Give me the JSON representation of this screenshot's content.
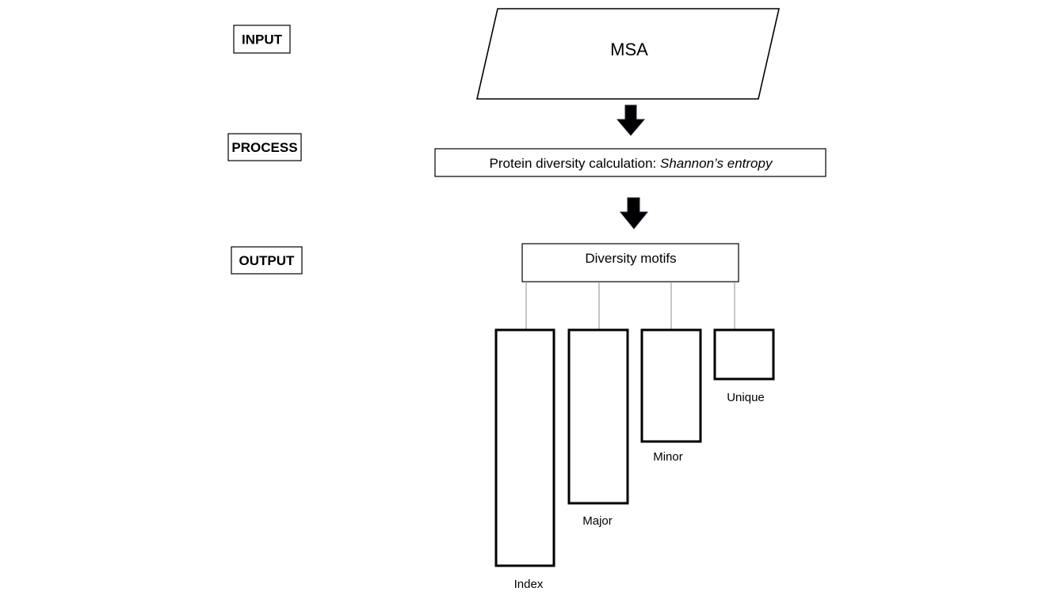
{
  "stages": {
    "input": "INPUT",
    "process": "PROCESS",
    "output": "OUTPUT"
  },
  "input_box": {
    "label": "MSA",
    "shape": "parallelogram"
  },
  "process_box": {
    "label": "Protein diversity calculation: ",
    "label_italic": "Shannon’s entropy"
  },
  "output_box": {
    "label": "Diversity motifs"
  },
  "arrows": {
    "icon": "down-arrow-icon",
    "color": "#000000"
  },
  "categories": [
    {
      "label": "Index"
    },
    {
      "label": "Major"
    },
    {
      "label": "Minor"
    },
    {
      "label": "Unique"
    }
  ],
  "colors": {
    "stroke": "#000000",
    "connector": "#8c8c8c",
    "background": "#ffffff"
  }
}
